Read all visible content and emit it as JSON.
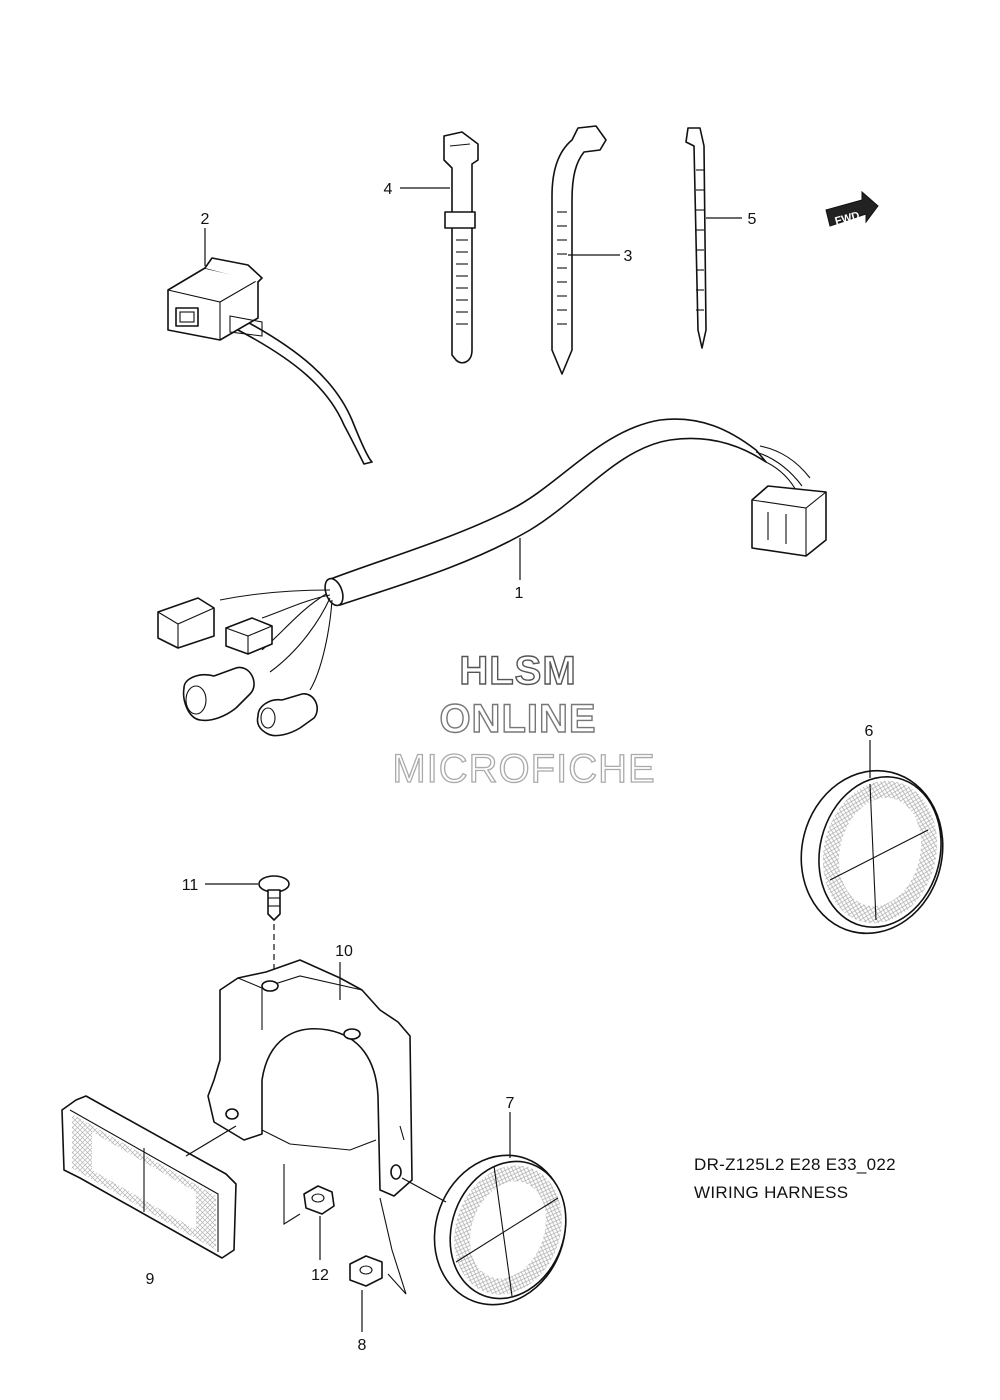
{
  "diagram": {
    "caption": {
      "model_code": "DR-Z125L2 E28 E33_022",
      "title": "WIRING HARNESS"
    },
    "watermark": {
      "line1": "HLSM",
      "line2": "ONLINE",
      "line3": "MICROFICHE"
    },
    "fwd_badge": "FWD",
    "parts": [
      {
        "number": "1",
        "icon": "wiring-harness-icon"
      },
      {
        "number": "2",
        "icon": "switch-connector-icon"
      },
      {
        "number": "3",
        "icon": "cable-clamp-icon"
      },
      {
        "number": "4",
        "icon": "band-clamp-icon"
      },
      {
        "number": "5",
        "icon": "cable-tie-icon"
      },
      {
        "number": "6",
        "icon": "round-reflector-icon"
      },
      {
        "number": "7",
        "icon": "round-reflector-icon"
      },
      {
        "number": "8",
        "icon": "nut-icon"
      },
      {
        "number": "9",
        "icon": "rectangular-reflector-icon"
      },
      {
        "number": "10",
        "icon": "reflector-bracket-icon"
      },
      {
        "number": "11",
        "icon": "screw-icon"
      },
      {
        "number": "12",
        "icon": "nut-icon"
      }
    ]
  }
}
